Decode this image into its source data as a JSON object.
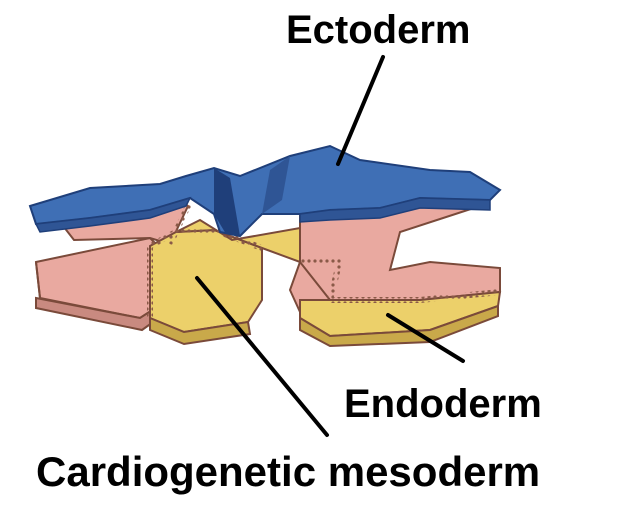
{
  "labels": {
    "ectoderm": "Ectoderm",
    "endoderm": "Endoderm",
    "cardiogenetic_mesoderm": "Cardiogenetic mesoderm"
  },
  "colors": {
    "ectoderm": "#3f6fb5",
    "ectoderm_dark": "#1f3f7a",
    "mesoderm": "#e9a9a0",
    "endoderm": "#ecd06a",
    "cell_border": "#7a4a3a",
    "leader_line": "#000000"
  }
}
